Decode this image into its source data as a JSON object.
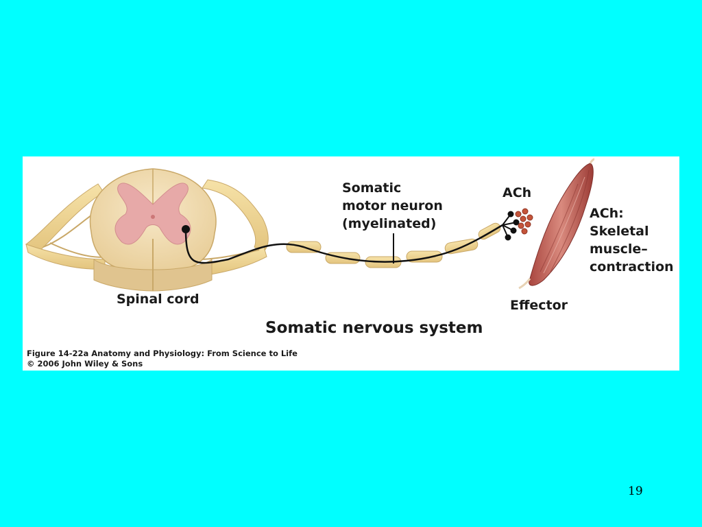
{
  "figure": {
    "labels": {
      "spinal_cord": "Spinal cord",
      "motor_neuron": [
        "Somatic",
        "motor neuron",
        "(myelinated)"
      ],
      "ach_top": "ACh",
      "effector_response": [
        "ACh:",
        "Skeletal",
        "muscle–",
        "contraction"
      ],
      "effector": "Effector",
      "system_title": "Somatic nervous system"
    },
    "caption": {
      "line1": "Figure 14-22a  Anatomy and Physiology: From Science to Life",
      "line2": "© 2006 John Wiley & Sons"
    }
  },
  "slide": {
    "page_number": "19"
  },
  "colors": {
    "background": "#00FFFF",
    "spinal_cord": "#F2DDB4",
    "gray_matter": "#E7A9A8",
    "myelin": "#F3DCA0",
    "axon": "#111111",
    "muscle": "#C0625A",
    "vesicles": "#C4543A"
  }
}
